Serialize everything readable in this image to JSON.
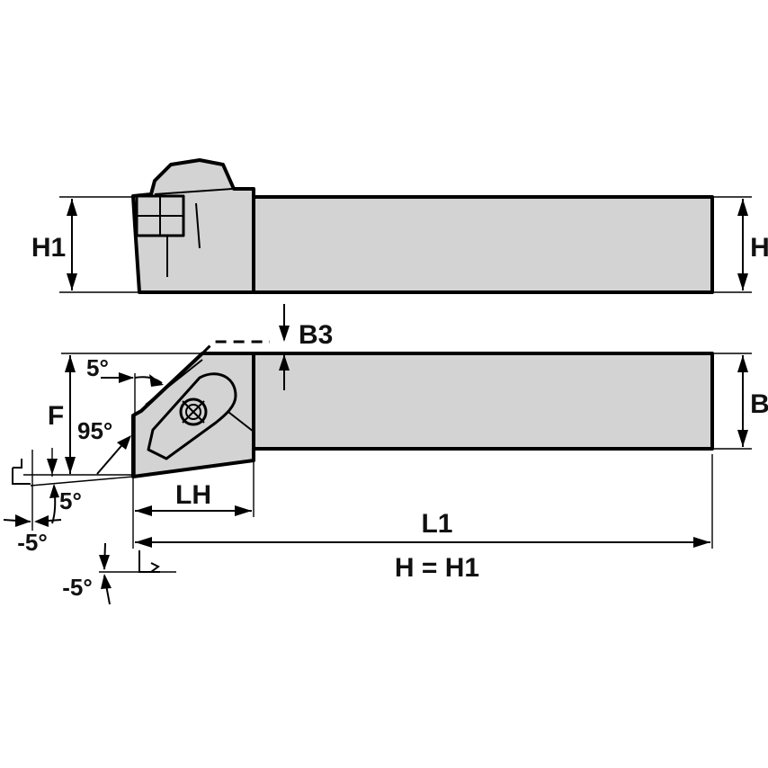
{
  "labels": {
    "h1_left": "H1",
    "h_right": "H",
    "b3": "B3",
    "b_right": "B",
    "f": "F",
    "angle_5_top": "5°",
    "angle_95": "95°",
    "angle_5_lower": "5°",
    "angle_minus5_left": "-5°",
    "angle_minus5_bottom": "-5°",
    "lh": "LH",
    "l1": "L1",
    "h_equals_h1": "H = H1"
  },
  "colors": {
    "body": "#d3d3d3",
    "outline": "#000000"
  }
}
